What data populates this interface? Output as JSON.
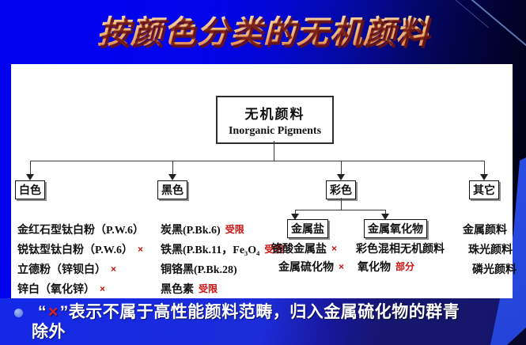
{
  "slide": {
    "title": "按颜色分类的无机颜料",
    "colors": {
      "title_gradient_top": "#fbd7a8",
      "title_gradient_bottom": "#e08048",
      "title_shadow": "#6e140c",
      "background_blue": "#0202f0",
      "background_navy": "#15156a",
      "right_band_blue": "#2f55f2",
      "restricted_red": "#cc1111",
      "footnote_text": "#ffffff"
    },
    "tree": {
      "root_zh": "无机颜料",
      "root_en": "Inorganic Pigments",
      "cat_white": "白色",
      "cat_black": "黑色",
      "cat_color": "彩色",
      "cat_other": "其它",
      "white_items": [
        {
          "text": "金红石型钛白粉（P.W.6）",
          "mark": ""
        },
        {
          "text": "锐钛型钛白粉（P.W.6）",
          "mark": "×"
        },
        {
          "text": "立德粉（锌钡白）",
          "mark": "×"
        },
        {
          "text": "锌白（氧化锌）",
          "mark": "×"
        }
      ],
      "black_items": [
        {
          "text": "炭黑(P.Bk.6)",
          "mark": "受限"
        },
        {
          "text": "铁黑(P.Bk.11，Fe₃O₄",
          "mark": "受限"
        },
        {
          "text": "铜铬黑(P.Bk.28)",
          "mark": ""
        },
        {
          "text": "黑色素",
          "mark": "受限"
        }
      ],
      "salt_box": "金属盐",
      "oxide_box": "金属氧化物",
      "salt_items": [
        {
          "text": "铬酸金属盐",
          "mark": "×"
        },
        {
          "text": "金属硫化物",
          "mark": "×"
        }
      ],
      "oxide_items": [
        {
          "text": "彩色混相无机颜料",
          "mark": ""
        },
        {
          "text": "氧化物",
          "mark": "部分"
        }
      ],
      "other_items": [
        "金属颜料",
        "珠光颜料",
        "磷光颜料"
      ]
    },
    "footnote": {
      "quote_open": "“",
      "mark": "×",
      "quote_close": "”",
      "line1_rest": "表示不属于高性能颜料范畴，归入金属硫化物的群青",
      "line2": "除外"
    }
  }
}
